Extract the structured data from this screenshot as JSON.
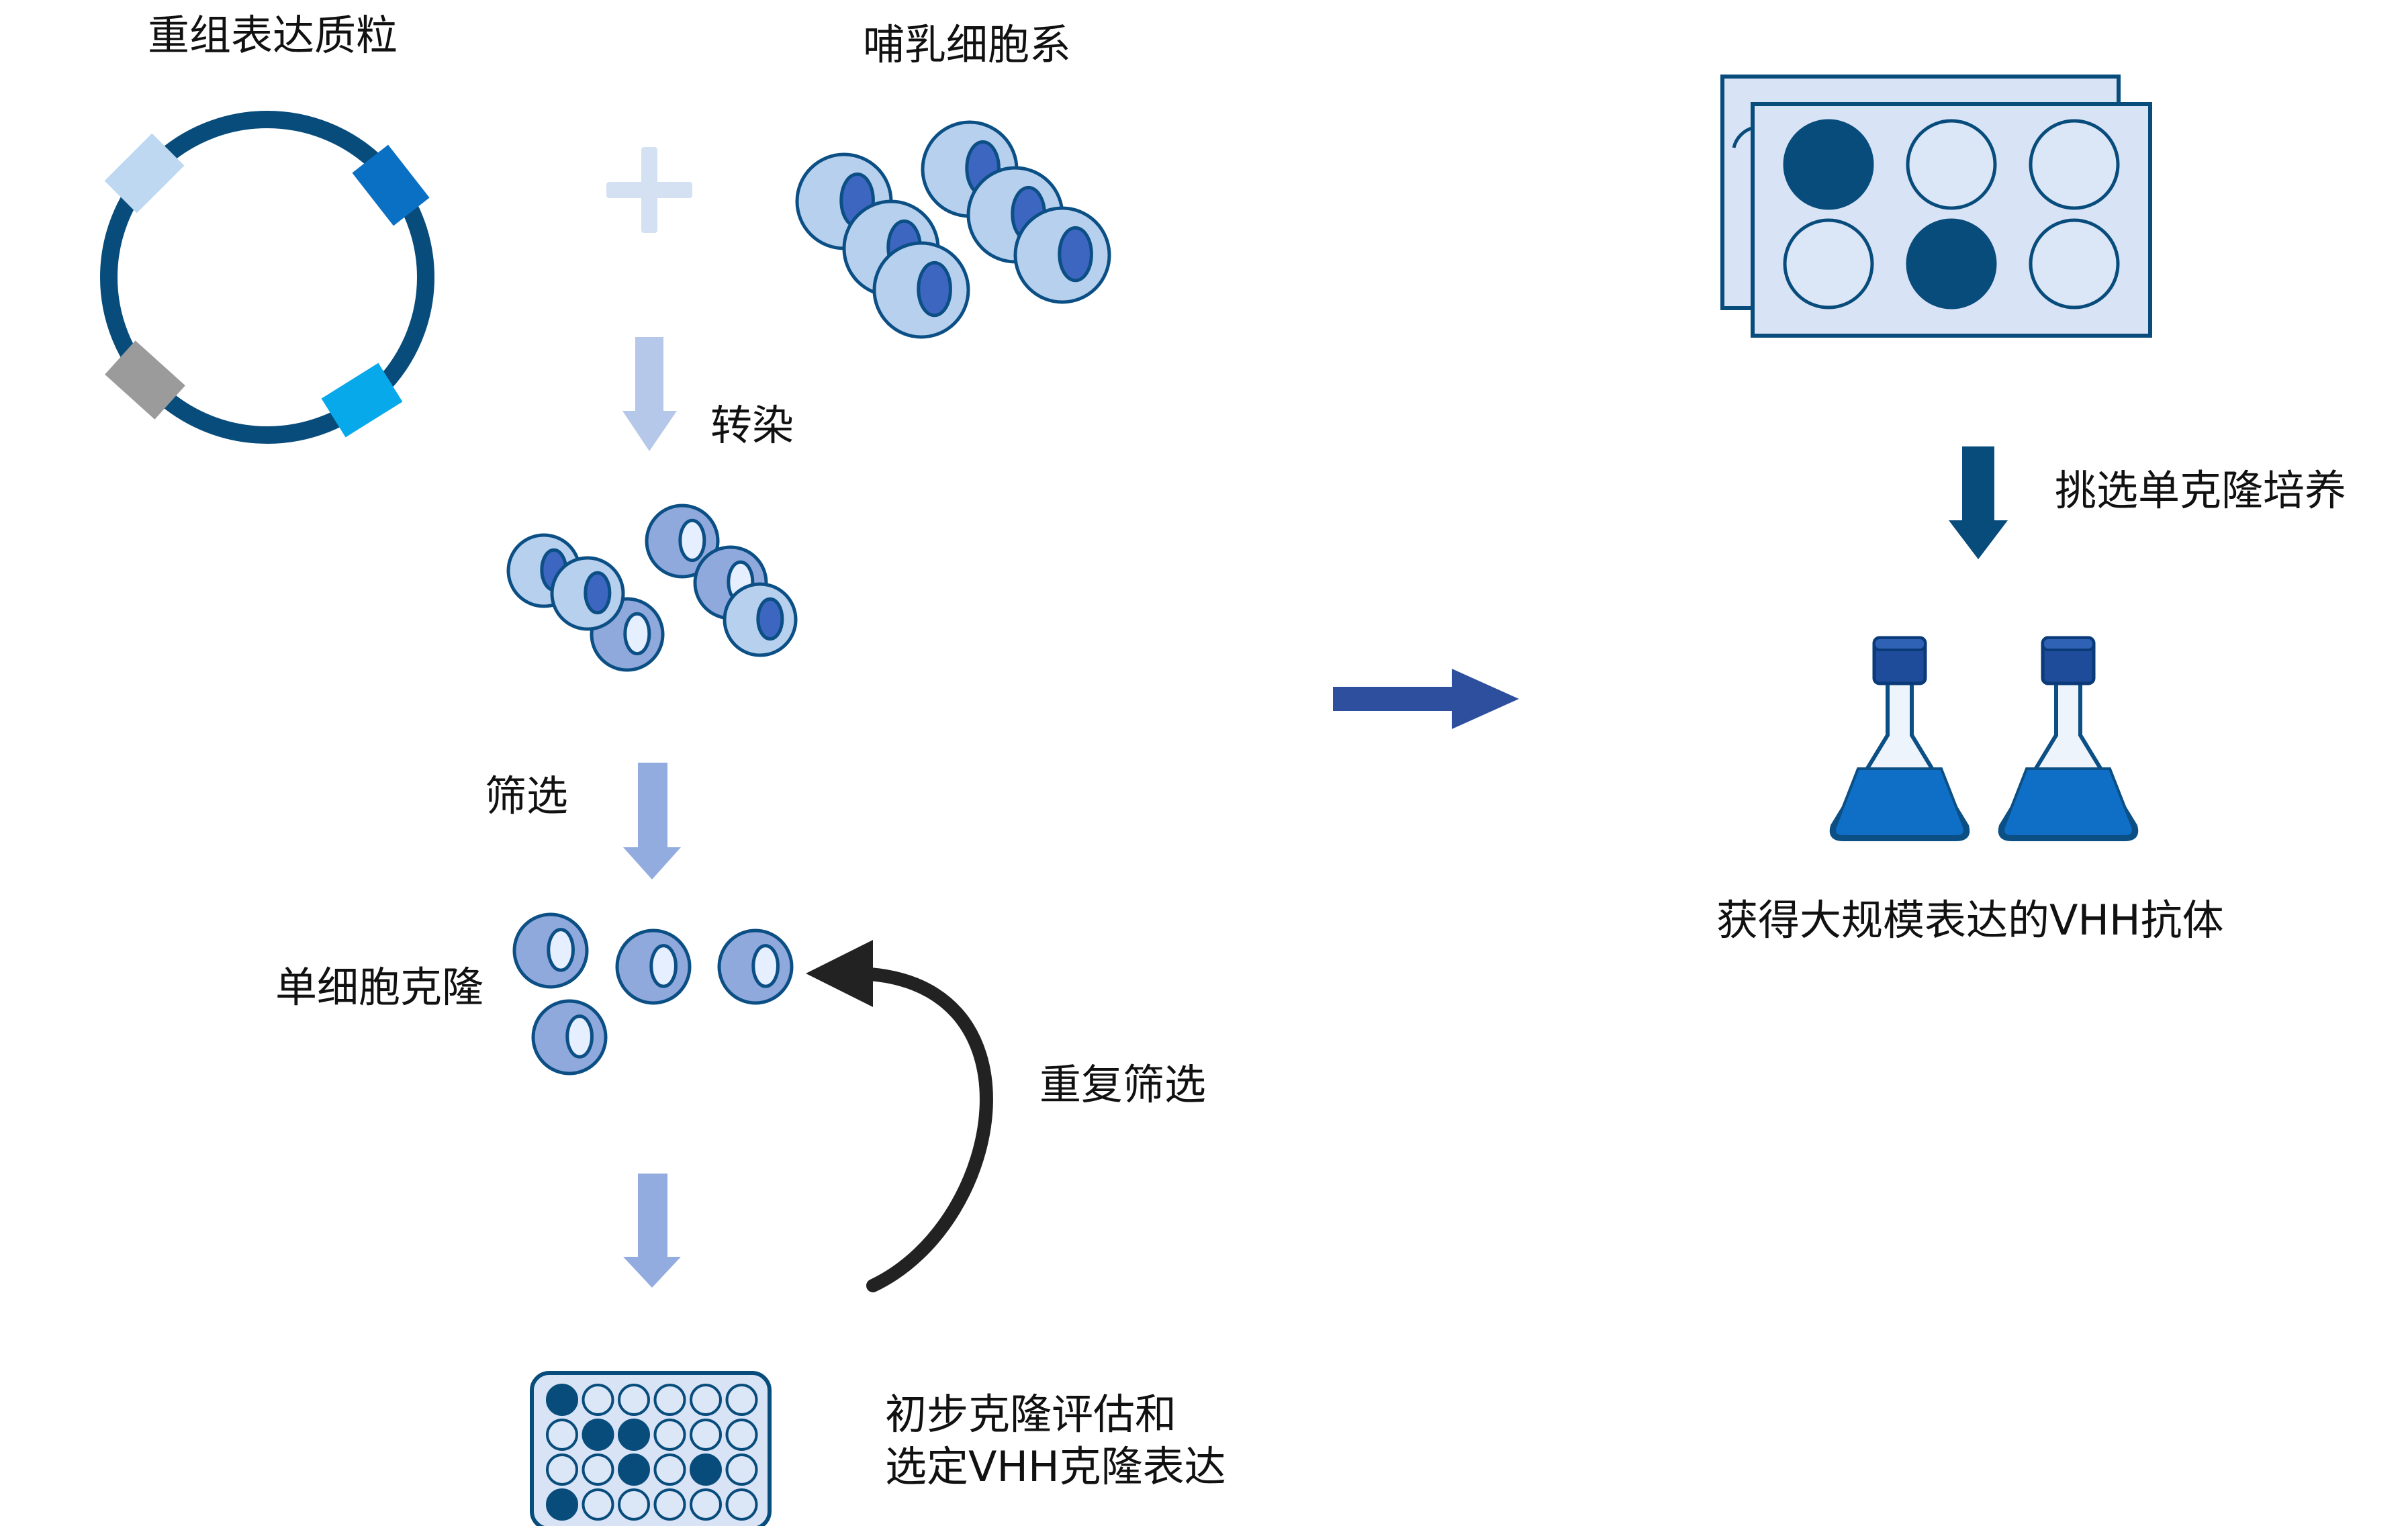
{
  "labels": {
    "plasmid": "重组表达质粒",
    "cell_line": "哺乳细胞系",
    "transfection": "转染",
    "screening": "筛选",
    "single_clone": "单细胞克隆",
    "repeat_screening": "重复筛选",
    "eval_line1": "初步克隆评估和",
    "eval_line2": "选定VHH克隆表达",
    "pick_clone": "挑选单克隆培养",
    "result": "获得大规模表达的VHH抗体"
  },
  "colors": {
    "navy": "#084c7c",
    "light_blue": "#c5daf1",
    "cell_fill": "#b6d0ee",
    "cell_nucleus": "#3d66c0",
    "cell_grey": "#8fa9dd",
    "arrow_pale": "#b5c8ea",
    "arrow_mid": "#93ace0",
    "arrow_dark": "#2d4f9e",
    "plate_fill": "#d8e3f5",
    "well_empty": "#dbe6f6",
    "liquid": "#0f6fc6",
    "cap": "#1e4c9a",
    "plasmid_marker_1": "#bdd8f0",
    "plasmid_marker_2": "#0a70c4",
    "plasmid_marker_3": "#9b9b9b",
    "plasmid_marker_4": "#07a9ea"
  },
  "plate_24": {
    "rows": 4,
    "cols": 6,
    "filled": [
      [
        0,
        0
      ],
      [
        1,
        1
      ],
      [
        1,
        2
      ],
      [
        2,
        2
      ],
      [
        2,
        4
      ],
      [
        3,
        0
      ]
    ]
  },
  "plate_6": {
    "rows": 2,
    "cols": 3,
    "filled": [
      [
        0,
        0
      ],
      [
        1,
        1
      ]
    ]
  }
}
